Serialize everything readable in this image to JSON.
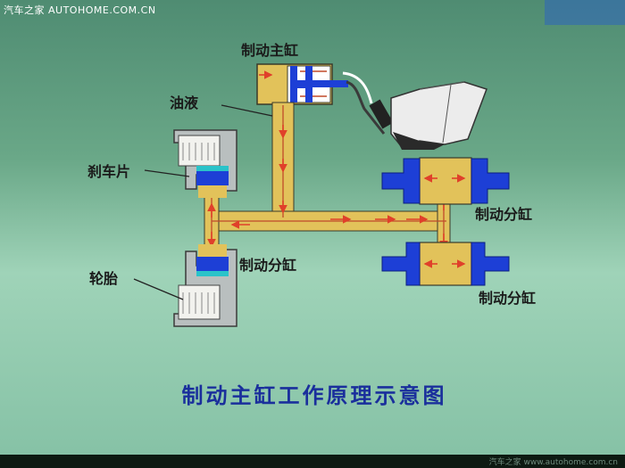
{
  "watermark_top": "汽车之家  AUTOHOME.COM.CN",
  "watermark_bottom": "汽车之家 www.autohome.com.cn",
  "title": "制动主缸工作原理示意图",
  "labels": {
    "master_cylinder": "制动主缸",
    "brake_fluid": "油液",
    "brake_pad": "刹车片",
    "wheel_cylinder_left": "制动分缸",
    "wheel_cylinder_right_top": "制动分缸",
    "wheel_cylinder_right_bottom": "制动分缸",
    "tire": "轮胎"
  },
  "colors": {
    "fluid": "#e2c25a",
    "piston": "#1d3fd6",
    "line": "#c04a2a",
    "arrow": "#e0402a",
    "title": "#1a2f9c"
  },
  "icons": {
    "pedal": "foot-pedal-icon",
    "arrow": "flow-arrow-icon"
  }
}
